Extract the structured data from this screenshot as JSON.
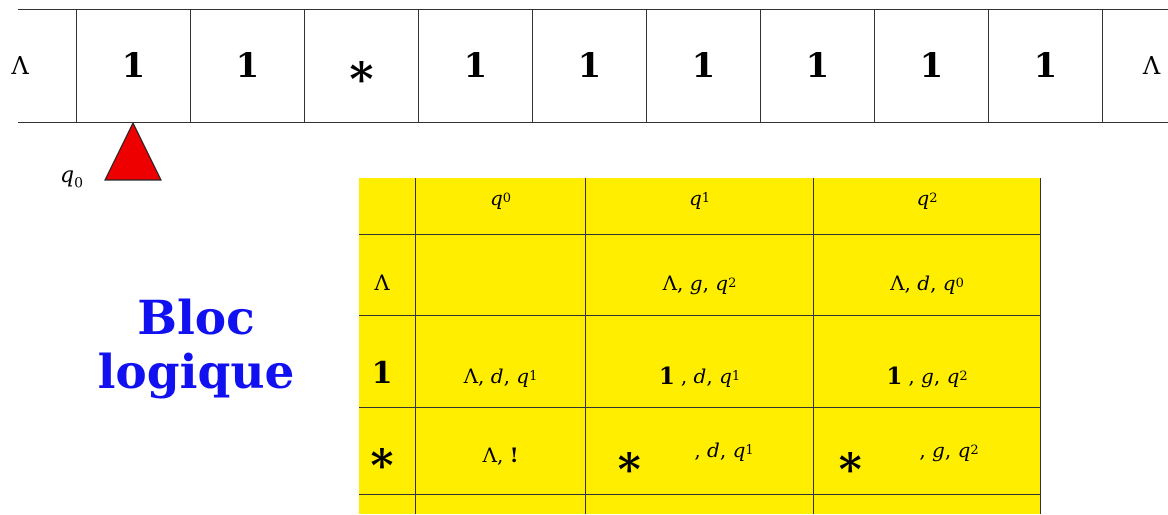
{
  "tape": {
    "cells": [
      "Λ",
      "1",
      "1",
      "∗",
      "1",
      "1",
      "1",
      "1",
      "1",
      "1",
      "Λ"
    ]
  },
  "head": {
    "state": "q",
    "state_index": "0",
    "color": "#ee0000"
  },
  "title": {
    "line1": "Bloc",
    "line2": "logique",
    "color": "#1010f0"
  },
  "table": {
    "background": "#ffee00",
    "columns": [
      {
        "state": "q",
        "index": "0"
      },
      {
        "state": "q",
        "index": "1"
      },
      {
        "state": "q",
        "index": "2"
      }
    ],
    "rows": [
      {
        "symbol": "Λ",
        "cells": [
          {
            "write": "",
            "move": "",
            "next": "",
            "next_index": ""
          },
          {
            "write": "Λ",
            "move": "g",
            "next": "q",
            "next_index": "2"
          },
          {
            "write": "Λ",
            "move": "d",
            "next": "q",
            "next_index": "0"
          }
        ]
      },
      {
        "symbol": "1",
        "cells": [
          {
            "write": "Λ",
            "move": "d",
            "next": "q",
            "next_index": "1"
          },
          {
            "write": "1",
            "move": "d",
            "next": "q",
            "next_index": "1"
          },
          {
            "write": "1",
            "move": "g",
            "next": "q",
            "next_index": "2"
          }
        ]
      },
      {
        "symbol": "∗",
        "cells": [
          {
            "write": "Λ",
            "halt": "!"
          },
          {
            "write": "∗",
            "move": "d",
            "next": "q",
            "next_index": "1"
          },
          {
            "write": "∗",
            "move": "g",
            "next": "q",
            "next_index": "2"
          }
        ]
      }
    ]
  }
}
